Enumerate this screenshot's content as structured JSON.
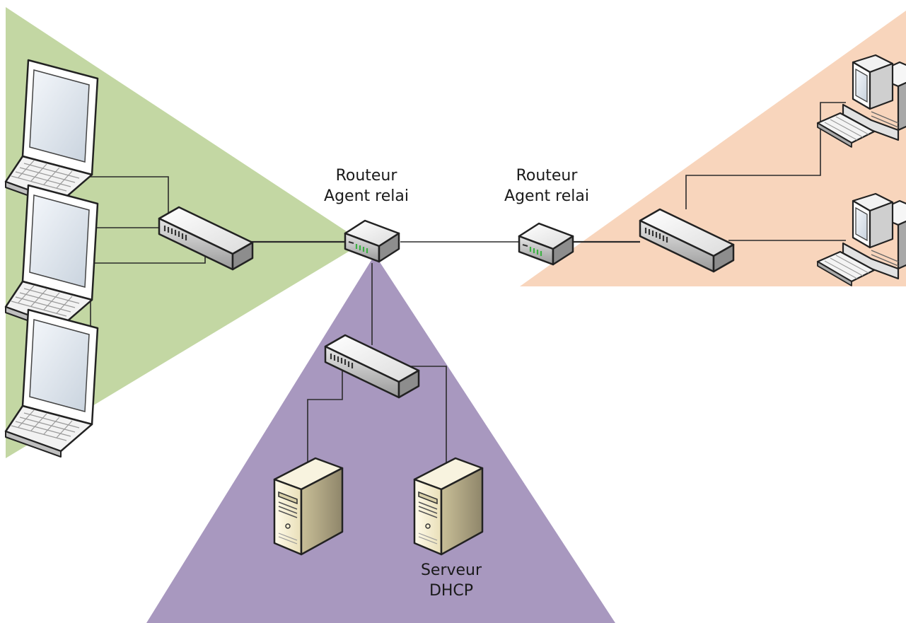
{
  "labels": {
    "router_left": {
      "line1": "Routeur",
      "line2": "Agent relai"
    },
    "router_right": {
      "line1": "Routeur",
      "line2": "Agent relai"
    },
    "dhcp_server": {
      "line1": "Serveur",
      "line2": "DHCP"
    }
  },
  "colors": {
    "zone_laptops": "#c3d7a3",
    "zone_servers": "#a898bf",
    "zone_desktops": "#f8d5bc",
    "cable": "#2b2b2b"
  },
  "icons": {
    "laptop": "laptop-icon",
    "switch": "switch-icon",
    "router": "router-icon",
    "server": "server-icon",
    "desktop": "desktop-computer-icon"
  }
}
